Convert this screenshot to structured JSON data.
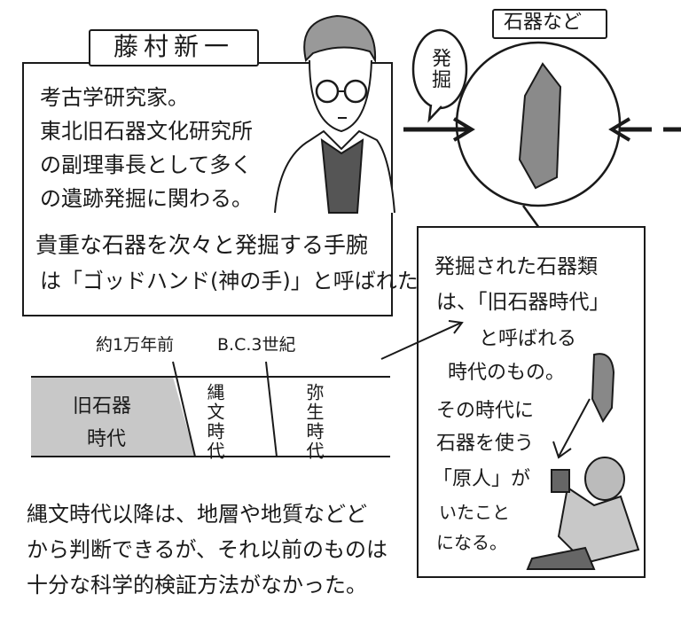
{
  "profile": {
    "name": "藤村新一",
    "lines": [
      "考古学研究家。",
      "東北旧石器文化研究所",
      "の副理事長として多く",
      "の遺跡発掘に関わる。",
      "貴重な石器を次々と発掘する手腕",
      "は「ゴッドハンド(神の手)」と呼ばれた。"
    ]
  },
  "excavation": {
    "speech": "発掘",
    "label": "石器など"
  },
  "explanation": {
    "lines": [
      "発掘された石器類",
      "は、「旧石器時代」",
      "と呼ばれる",
      "時代のもの。",
      "その時代に",
      "石器を使う",
      "「原人」が",
      "いたこと",
      "になる。"
    ]
  },
  "timeline": {
    "markers": [
      "約1万年前",
      "B.C.3世紀"
    ],
    "periods": [
      {
        "label_lines": [
          "旧石器",
          "時代"
        ],
        "color": "#c8c8c8"
      },
      {
        "label": "縄文時代"
      },
      {
        "label": "弥生時代"
      }
    ]
  },
  "conclusion": {
    "lines": [
      "縄文時代以降は、地層や地質などど",
      "から判断できるが、それ以前のものは",
      "十分な科学的検証方法がなかった。"
    ]
  }
}
